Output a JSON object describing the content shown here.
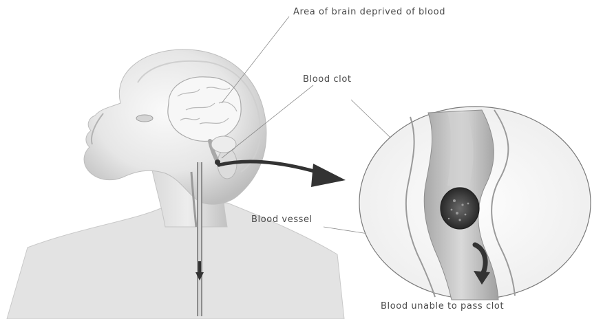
{
  "labels": {
    "area_deprived": "Area of brain deprived of blood",
    "blood_clot": "Blood clot",
    "blood_vessel": "Blood vessel",
    "unable_to_pass": "Blood unable to pass clot"
  },
  "colors": {
    "skin_light": "#f2f2f2",
    "skin_shadow": "#b8b8b8",
    "brain_light": "#f6f6f6",
    "vessel_wall": "#9a9a9a",
    "clot_dark": "#2e2e2e",
    "arrow_dark": "#333333",
    "text": "#4a4a4a"
  },
  "icons": [
    "pointer-arrow-icon",
    "flow-arrow-icon",
    "flow-arrow-up-icon"
  ]
}
